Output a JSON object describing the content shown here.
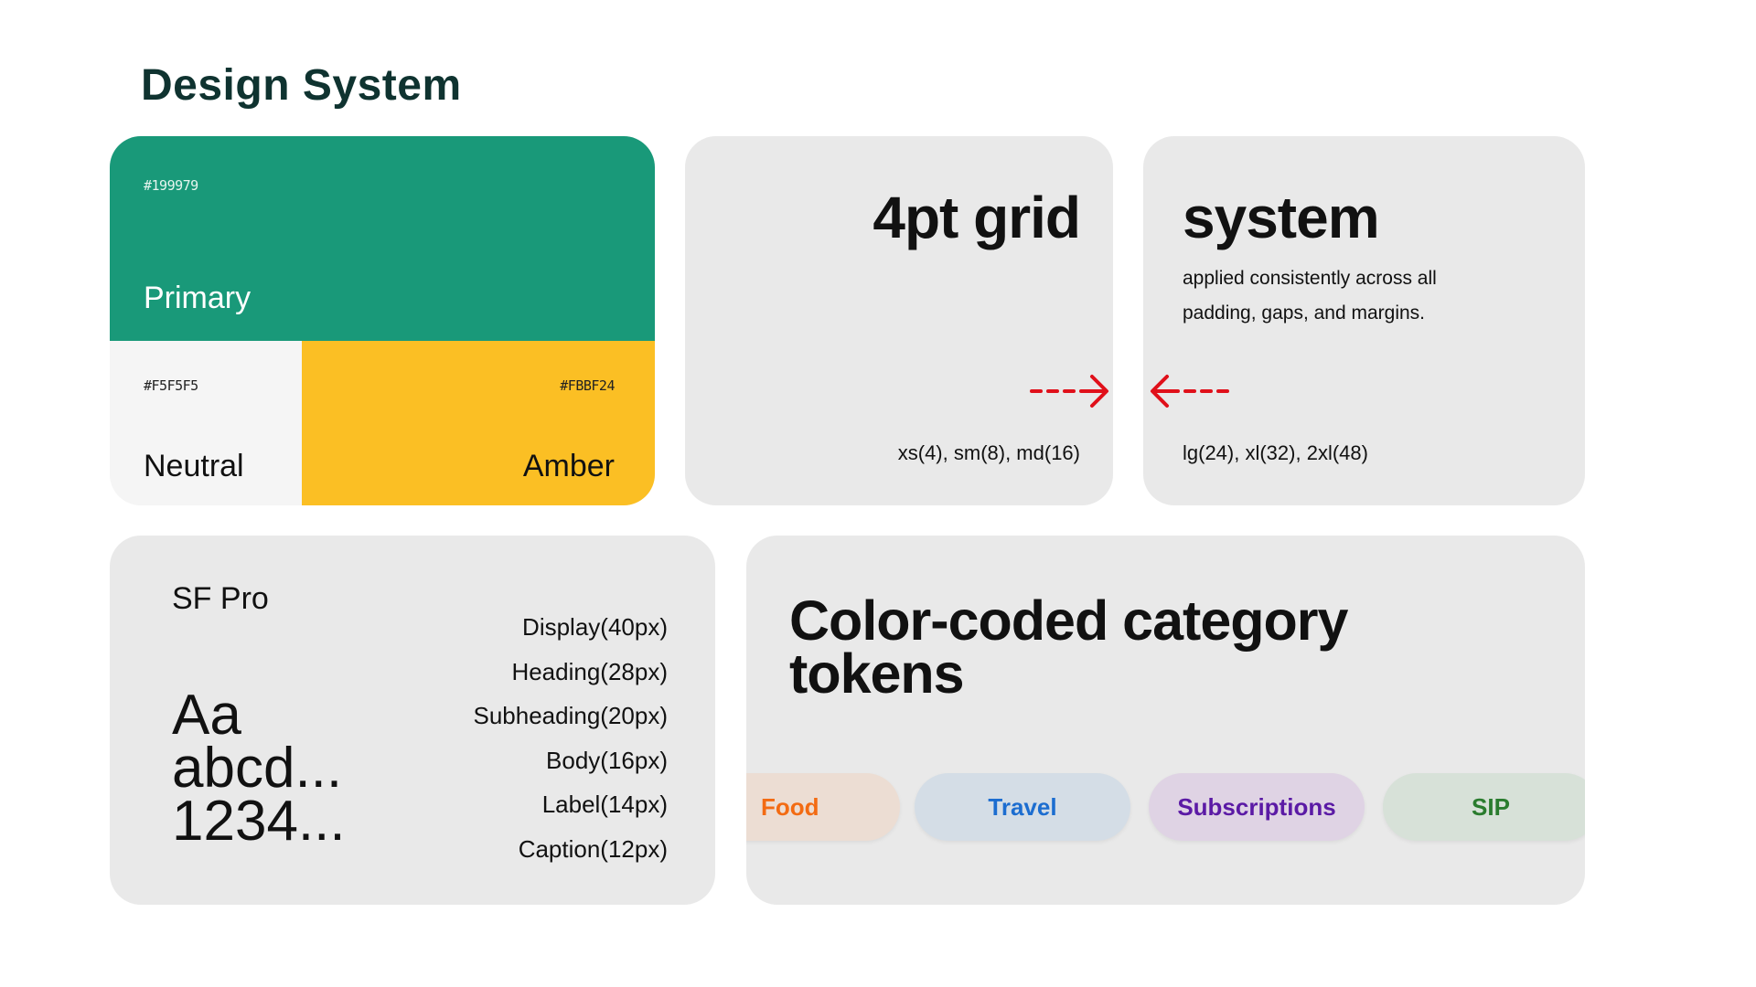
{
  "page": {
    "title": "Design System"
  },
  "colors": {
    "primary": {
      "name": "Primary",
      "hex": "#199979"
    },
    "neutral": {
      "name": "Neutral",
      "hex": "#F5F5F5"
    },
    "amber": {
      "name": "Amber",
      "hex": "#FBBF24"
    }
  },
  "spacing": {
    "grid_title": "4pt grid",
    "small_tokens": "xs(4), sm(8), md(16)",
    "system_title": "system",
    "system_description": "applied consistently across all padding, gaps, and margins.",
    "large_tokens": "lg(24), xl(32), 2xl(48)",
    "arrow_color": "#E0101A"
  },
  "typography": {
    "font_name": "SF Pro",
    "sample_lines": [
      "Aa",
      "abcd...",
      "1234..."
    ],
    "scale": [
      "Display(40px)",
      "Heading(28px)",
      "Subheading(20px)",
      "Body(16px)",
      "Label(14px)",
      "Caption(12px)"
    ]
  },
  "categories": {
    "title": "Color-coded category tokens",
    "chips": [
      {
        "label": "Food",
        "text_color": "#F36B13",
        "bg_color": "#ECDDD3"
      },
      {
        "label": "Travel",
        "text_color": "#1C6DD0",
        "bg_color": "#D4DDE6"
      },
      {
        "label": "Subscriptions",
        "text_color": "#5B1AA5",
        "bg_color": "#DFD3E4"
      },
      {
        "label": "SIP",
        "text_color": "#2A7C2E",
        "bg_color": "#D7E1D8"
      }
    ]
  }
}
